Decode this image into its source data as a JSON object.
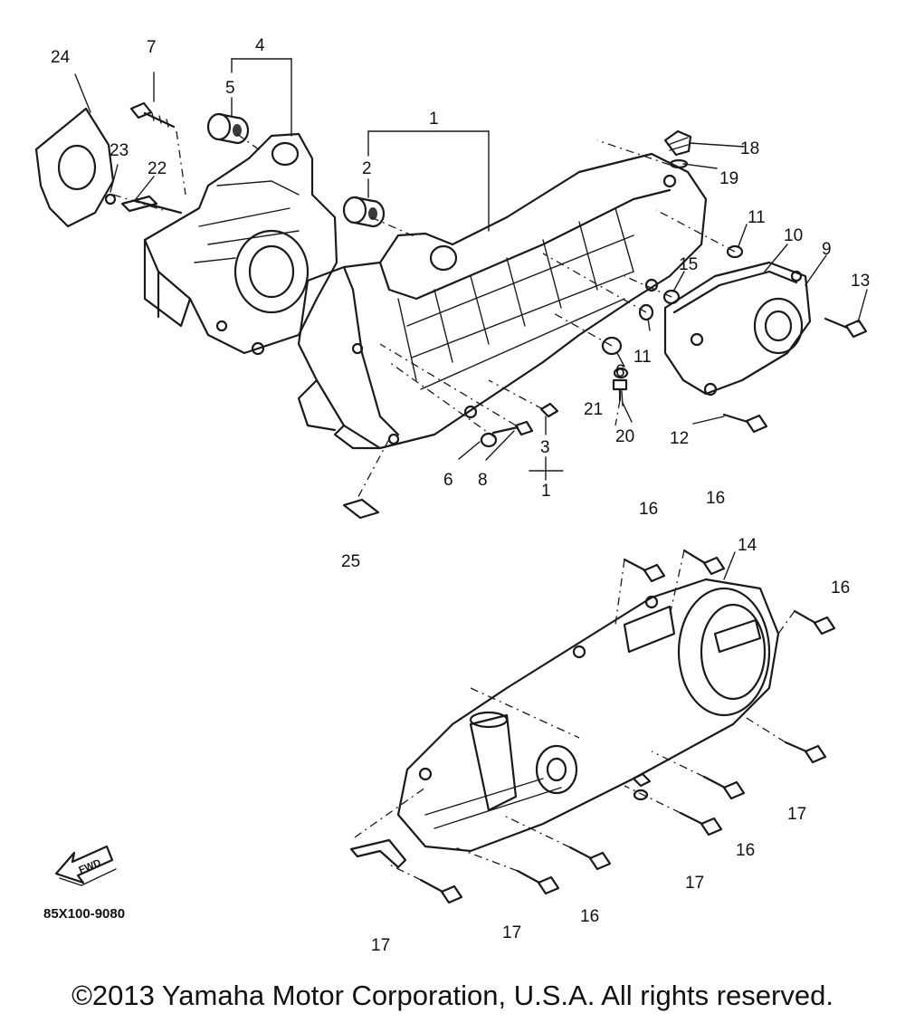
{
  "diagram_code": "85X100-9080",
  "fwd_label": "FWD",
  "copyright": "©2013 Yamaha Motor Corporation, U.S.A. All rights reserved.",
  "callouts": {
    "c1": "1",
    "c1b": "1",
    "c2": "2",
    "c3": "3",
    "c4": "4",
    "c5": "5",
    "c6a": "6",
    "c6b": "6",
    "c7": "7",
    "c8": "8",
    "c9": "9",
    "c10": "10",
    "c11a": "11",
    "c11b": "11",
    "c12": "12",
    "c13": "13",
    "c14": "14",
    "c15": "15",
    "c16a": "16",
    "c16b": "16",
    "c16c": "16",
    "c16d": "16",
    "c16e": "16",
    "c17a": "17",
    "c17b": "17",
    "c17c": "17",
    "c17d": "17",
    "c18": "18",
    "c19": "19",
    "c20": "20",
    "c21": "21",
    "c22": "22",
    "c23": "23",
    "c24": "24",
    "c25": "25"
  }
}
